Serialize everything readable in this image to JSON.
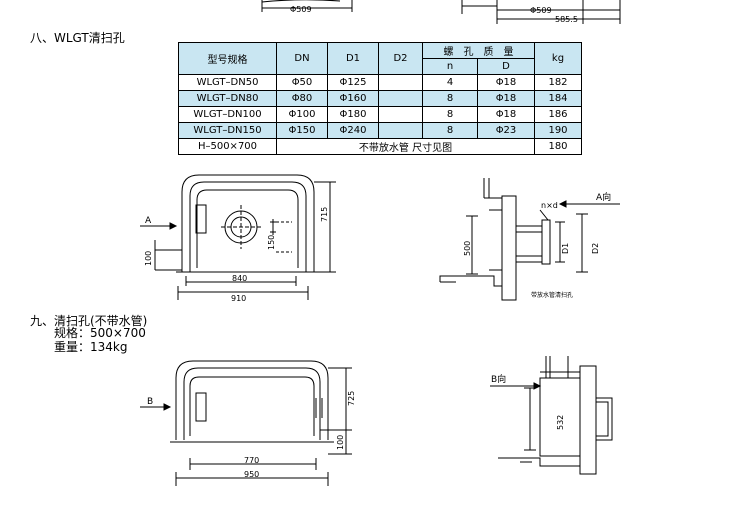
{
  "top_dims": {
    "left": "Φ509",
    "right_a": "Φ509",
    "right_b": "585.5"
  },
  "section8": {
    "heading": "八、WLGT清扫孔"
  },
  "table": {
    "headers": {
      "model": "型号规格",
      "dn": "DN",
      "d1": "D1",
      "d2": "D2",
      "bolt": "螺　孔　质　量",
      "n": "n",
      "d": "D",
      "kg": "kg"
    },
    "rows": [
      {
        "model": "WLGT–DN50",
        "dn": "Φ50",
        "d1": "Φ125",
        "d2": "",
        "n": "4",
        "d": "Φ18",
        "kg": "182"
      },
      {
        "model": "WLGT–DN80",
        "dn": "Φ80",
        "d1": "Φ160",
        "d2": "",
        "n": "8",
        "d": "Φ18",
        "kg": "184"
      },
      {
        "model": "WLGT–DN100",
        "dn": "Φ100",
        "d1": "Φ180",
        "d2": "",
        "n": "8",
        "d": "Φ18",
        "kg": "186"
      },
      {
        "model": "WLGT–DN150",
        "dn": "Φ150",
        "d1": "Φ240",
        "d2": "",
        "n": "8",
        "d": "Φ23",
        "kg": "190"
      }
    ],
    "last_row": {
      "model": "H–500×700",
      "note": "不带放水管 尺寸见图",
      "kg": "180"
    }
  },
  "drawing1": {
    "a_label": "A",
    "dim_150": "150",
    "dim_100": "100",
    "dim_715": "715",
    "dim_840": "840",
    "dim_910": "910"
  },
  "drawing2": {
    "a_dir": "A向",
    "n_d": "n×d",
    "dim_500": "500",
    "d1": "D1",
    "d2": "D2",
    "caption": "带放水管清扫孔"
  },
  "section9": {
    "heading": "九、清扫孔(不带水管)",
    "spec_label": "规格：500×700",
    "weight_label": "重量：134kg"
  },
  "drawing3": {
    "b_label": "B",
    "dim_725": "725",
    "dim_100": "100",
    "dim_770": "770",
    "dim_950": "950"
  },
  "drawing4": {
    "b_dir": "B向",
    "dim_532": "532"
  }
}
